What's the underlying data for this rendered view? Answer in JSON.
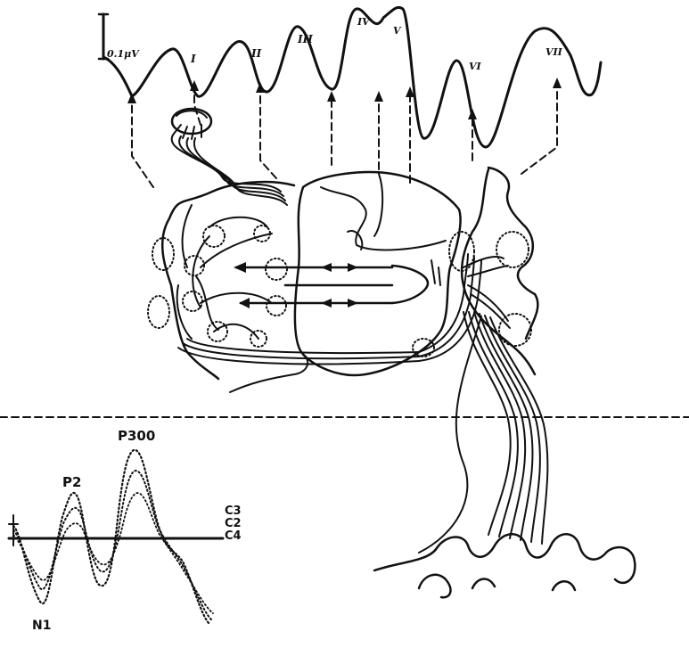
{
  "abr_trace": {
    "scale_label": "0.1μV",
    "peaks": [
      "I",
      "II",
      "III",
      "IV",
      "V",
      "VI",
      "VII"
    ]
  },
  "erp_trace": {
    "peak_labels": [
      "P2",
      "P300",
      "N1"
    ],
    "channels": [
      "C3",
      "C2",
      "C4"
    ]
  },
  "colors": {
    "ink": "#111111",
    "background": "#ffffff"
  }
}
